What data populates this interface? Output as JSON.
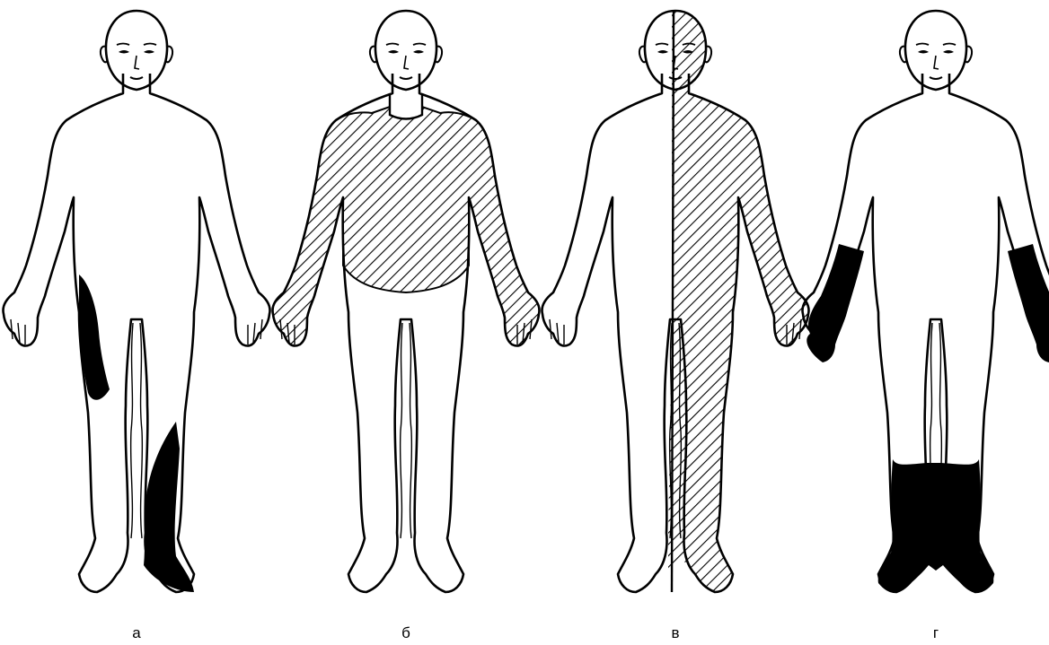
{
  "figures": [
    {
      "label": "а",
      "pattern": "solid",
      "affected_zones": [
        "right-outer-thigh",
        "left-lower-leg-and-foot"
      ]
    },
    {
      "label": "б",
      "pattern": "hatched",
      "affected_zones": [
        "trunk-upper",
        "both-arms"
      ]
    },
    {
      "label": "в",
      "pattern": "hatched",
      "affected_zones": [
        "left-half-of-body"
      ]
    },
    {
      "label": "г",
      "pattern": "solid",
      "affected_zones": [
        "both-forearms-and-hands",
        "both-lower-legs-and-feet"
      ]
    }
  ],
  "colors": {
    "line": "#000000",
    "background": "#ffffff",
    "fill": "#000000"
  }
}
